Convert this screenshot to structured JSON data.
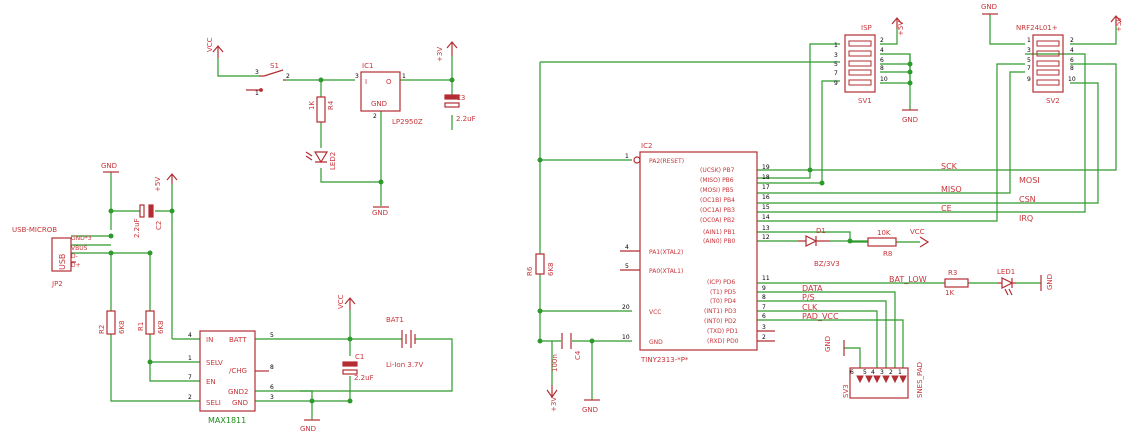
{
  "power": {
    "vcc": "VCC",
    "plus5v": "+5V",
    "plus3v": "+3V",
    "gnd": "GND"
  },
  "components": {
    "s1": "S1",
    "ic1": "IC1",
    "ic1_in": "I",
    "ic1_out": "O",
    "ic1_gnd": "GND",
    "ic1_value": "LP2950Z",
    "r4_name": "R4",
    "r4_value": "1K",
    "led2": "LED2",
    "c3_name": "C3",
    "c3_value": "2.2uF",
    "c2_name": "C2",
    "c2_value": "2.2uF",
    "usb_name": "USB-MICROB",
    "usb_label": "USB",
    "usb_pins": [
      "GND*3",
      "VBUS",
      "D-",
      "D+"
    ],
    "jp2": "JP2",
    "r2_name": "R2",
    "r2_value": "6K8",
    "r1_name": "R1",
    "r1_value": "6K8",
    "max_pins_left": [
      "IN",
      "SELV",
      "EN",
      "SELI"
    ],
    "max_pins_right": [
      "BATT",
      "/CHG",
      "GND2",
      "GND"
    ],
    "max_value": "MAX1811",
    "bat1": "BAT1",
    "bat1_value": "Li-Ion 3.7V",
    "c1_name": "C1",
    "c1_value": "2.2uF",
    "ic2": "IC2",
    "ic2_value": "TINY2313-*P*",
    "ic2_left": [
      "PA2(RESET)",
      "PA1(XTAL2)",
      "PA0(XTAL1)",
      "VCC",
      "GND"
    ],
    "ic2_right": [
      "(UCSK) PB7",
      "(MISO) PB6",
      "(MOSI) PB5",
      "(OC1B) PB4",
      "(OC1A) PB3",
      "(OC0A) PB2",
      "(AIN1) PB1",
      "(AIN0) PB0",
      "(ICP) PD6",
      "(T1) PD5",
      "(T0) PD4",
      "(INT1) PD3",
      "(INT0) PD2",
      "(TXD) PD1",
      "(RXD) PD0"
    ],
    "r6_name": "R6",
    "r6_value": "6K8",
    "c4_name": "C4",
    "c4_value": "100n",
    "isp": "ISP",
    "sv1": "SV1",
    "nrf": "NRF24L01+",
    "sv2": "SV2",
    "d1_name": "D1",
    "d1_value": "BZ/3V3",
    "r8_name": "R8",
    "r8_value": "10K",
    "r3_name": "R3",
    "r3_value": "1K",
    "led1": "LED1",
    "sv3": "SV3",
    "snes": "SNES_PAD"
  },
  "nets": {
    "sck": "SCK",
    "miso": "MISO",
    "mosi": "MOSI",
    "csn": "CSN",
    "ce": "CE",
    "irq": "IRQ",
    "bat_low": "BAT_LOW",
    "data": "DATA",
    "ps": "P/S",
    "clk": "CLK",
    "pad_vcc": "PAD_VCC"
  },
  "pin_numbers": {
    "ic2_left": [
      "1",
      "4",
      "5",
      "20",
      "10"
    ],
    "ic2_right": [
      "19",
      "18",
      "17",
      "16",
      "15",
      "14",
      "13",
      "12",
      "11",
      "9",
      "8",
      "7",
      "6",
      "3",
      "2"
    ],
    "max_left": [
      "4",
      "1",
      "7",
      "2"
    ],
    "max_right": [
      "5",
      "8",
      "6",
      "3"
    ],
    "header_odd": [
      "1",
      "3",
      "5",
      "7",
      "9"
    ],
    "header_even": [
      "2",
      "4",
      "6",
      "8",
      "10"
    ],
    "ic1": [
      "3",
      "1",
      "2"
    ],
    "s1": [
      "3",
      "2",
      "1"
    ],
    "sv3": [
      "6",
      "5",
      "4",
      "3",
      "2",
      "1"
    ]
  }
}
